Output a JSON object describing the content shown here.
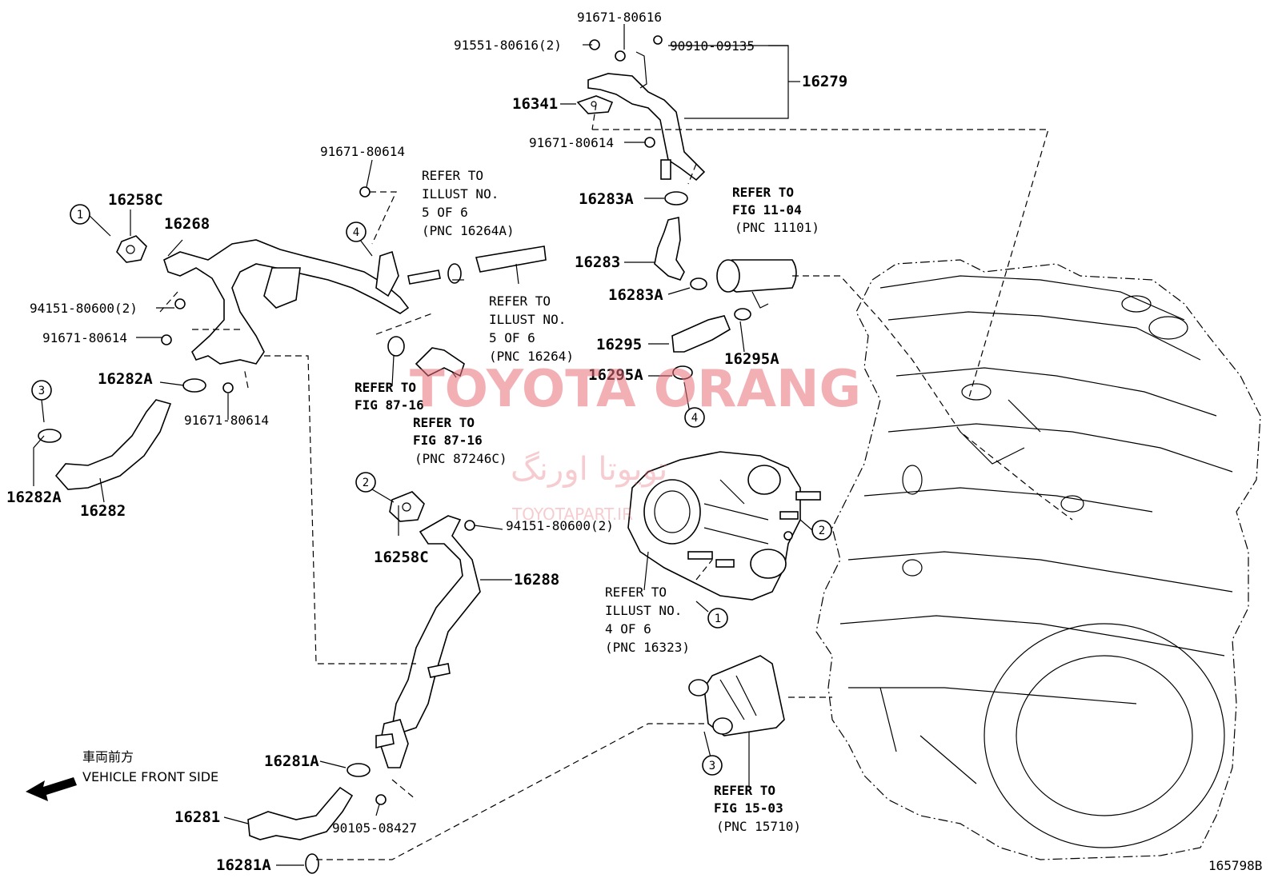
{
  "diagram_id": "165798B",
  "watermark": {
    "brand": "TOYOTA ORANG",
    "persian": "تویوتا اورنگ",
    "site": "TOYOTAPART.IR"
  },
  "front_side": {
    "jp": "車両前方",
    "en": "VEHICLE FRONT SIDE"
  },
  "callouts": [
    "1",
    "2",
    "3",
    "4"
  ],
  "parts": {
    "p91671_80616": "91671-80616",
    "p91551_80616": "91551-80616(2)",
    "p90910_09135": "90910-09135",
    "p16279": "16279",
    "p16341": "16341",
    "p91671_80614_a": "91671-80614",
    "p16283A_a": "16283A",
    "p16283": "16283",
    "p16283A_b": "16283A",
    "p16295": "16295",
    "p16295A_a": "16295A",
    "p16295A_b": "16295A",
    "p91671_80614_b": "91671-80614",
    "p16258C_a": "16258C",
    "p16268": "16268",
    "p94151_80600_a": "94151-80600(2)",
    "p91671_80614_c": "91671-80614",
    "p16282A_a": "16282A",
    "p91671_80614_d": "91671-80614",
    "p16282A_b": "16282A",
    "p16282": "16282",
    "p16258C_b": "16258C",
    "p94151_80600_b": "94151-80600(2)",
    "p16288": "16288",
    "p16281A_a": "16281A",
    "p16281": "16281",
    "p90105_08427": "90105-08427",
    "p16281A_b": "16281A"
  },
  "refs": {
    "r1": [
      "REFER TO",
      "ILLUST NO.",
      "5 OF 6",
      "(PNC 16264A)"
    ],
    "r2": [
      "REFER TO",
      "ILLUST NO.",
      "5 OF 6",
      "(PNC 16264)"
    ],
    "r3": [
      "REFER TO",
      "FIG 87-16"
    ],
    "r4": [
      "REFER TO",
      "FIG 87-16",
      "(PNC 87246C)"
    ],
    "r5": [
      "REFER TO",
      "FIG 11-04",
      "(PNC 11101)"
    ],
    "r6": [
      "REFER TO",
      "ILLUST NO.",
      "4 OF 6",
      "(PNC 16323)"
    ],
    "r7": [
      "REFER TO",
      "FIG 15-03",
      "(PNC 15710)"
    ]
  }
}
